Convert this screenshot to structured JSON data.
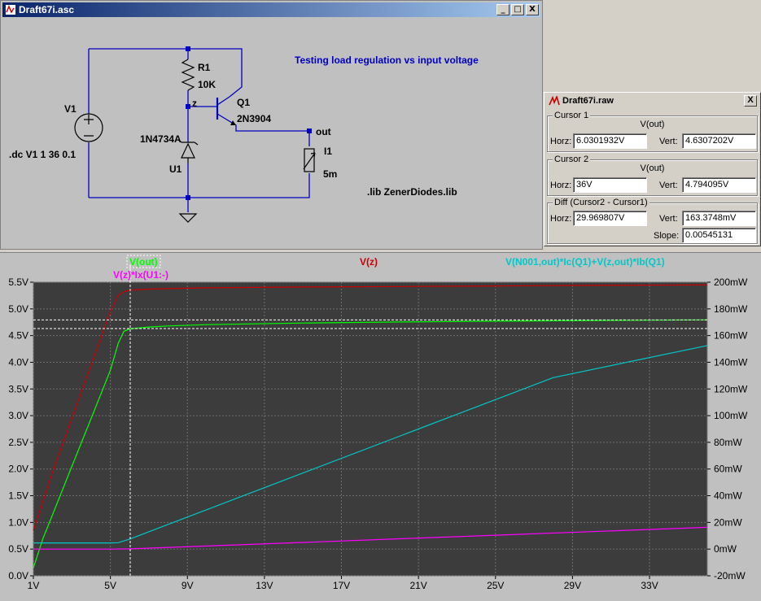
{
  "schematic_window": {
    "title": "Draft67i.asc",
    "buttons": {
      "minimize": "_",
      "maximize": "□",
      "close": "X"
    },
    "annotation": "Testing load regulation vs input voltage",
    "components": {
      "v1_name": "V1",
      "r1_name": "R1",
      "r1_value": "10K",
      "q1_name": "Q1",
      "q1_model": "2N3904",
      "node_z": "z",
      "node_out": "out",
      "zener_model": "1N4734A",
      "zener_name": "U1",
      "i1_name": "I1",
      "i1_value": "5m"
    },
    "dc_directive": ".dc V1 1 36 0.1",
    "lib_directive": ".lib ZenerDiodes.lib",
    "wire_color": "#0000c0"
  },
  "cursor_window": {
    "title": "Draft67i.raw",
    "close_label": "X",
    "cursor1": {
      "label": "Cursor 1",
      "trace": "V(out)",
      "horz_label": "Horz:",
      "horz": "6.0301932V",
      "vert_label": "Vert:",
      "vert": "4.6307202V"
    },
    "cursor2": {
      "label": "Cursor 2",
      "trace": "V(out)",
      "horz_label": "Horz:",
      "horz": "36V",
      "vert_label": "Vert:",
      "vert": "4.794095V"
    },
    "diff": {
      "label": "Diff (Cursor2 - Cursor1)",
      "horz_label": "Horz:",
      "horz": "29.969807V",
      "vert_label": "Vert:",
      "vert": "163.3748mV",
      "slope_label": "Slope:",
      "slope": "0.00545131"
    }
  },
  "chart_data": {
    "type": "line",
    "background": "#3c3c3c",
    "grid": true,
    "x": {
      "min": 1,
      "max": 36,
      "ticks": [
        1,
        5,
        9,
        13,
        17,
        21,
        25,
        29,
        33
      ],
      "tick_labels": [
        "1V",
        "5V",
        "9V",
        "13V",
        "17V",
        "21V",
        "25V",
        "29V",
        "33V"
      ]
    },
    "y_left": {
      "min": 0,
      "max": 5.5,
      "ticks": [
        0,
        0.5,
        1,
        1.5,
        2,
        2.5,
        3,
        3.5,
        4,
        4.5,
        5,
        5.5
      ],
      "tick_labels": [
        "0.0V",
        "0.5V",
        "1.0V",
        "1.5V",
        "2.0V",
        "2.5V",
        "3.0V",
        "3.5V",
        "4.0V",
        "4.5V",
        "5.0V",
        "5.5V"
      ]
    },
    "y_right": {
      "min": -20,
      "max": 200,
      "ticks": [
        -20,
        0,
        20,
        40,
        60,
        80,
        100,
        120,
        140,
        160,
        180,
        200
      ],
      "tick_labels": [
        "-20mW",
        "0mW",
        "20mW",
        "40mW",
        "60mW",
        "80mW",
        "100mW",
        "120mW",
        "140mW",
        "160mW",
        "180mW",
        "200mW"
      ]
    },
    "series": [
      {
        "name": "V(out)",
        "axis": "left",
        "color": "#00ff00",
        "x": [
          1,
          1.5,
          2,
          3,
          4,
          5,
          5.4,
          5.7,
          6,
          7,
          8,
          10,
          15,
          20,
          25,
          30,
          36
        ],
        "y": [
          0.15,
          0.7,
          1.15,
          2.05,
          2.95,
          3.85,
          4.35,
          4.58,
          4.625,
          4.66,
          4.68,
          4.705,
          4.735,
          4.755,
          4.77,
          4.783,
          4.794
        ]
      },
      {
        "name": "V(z)",
        "axis": "left",
        "color": "#cc0000",
        "x": [
          1,
          2,
          3,
          4,
          5,
          5.4,
          5.7,
          6,
          7,
          8,
          10,
          15,
          20,
          25,
          30,
          36
        ],
        "y": [
          0.85,
          1.95,
          2.95,
          3.95,
          4.95,
          5.25,
          5.32,
          5.35,
          5.37,
          5.38,
          5.395,
          5.41,
          5.42,
          5.43,
          5.44,
          5.45
        ]
      },
      {
        "name": "V(N001,out)*Ic(Q1)+V(z,out)*Ib(Q1)",
        "axis": "right",
        "color": "#00c8c8",
        "x": [
          1,
          5,
          5.4,
          6,
          8,
          12,
          20,
          28,
          36
        ],
        "y": [
          4.6,
          4.6,
          4.8,
          7.5,
          18.5,
          40.5,
          84.5,
          128.5,
          152.5
        ]
      },
      {
        "name": "V(z)*Ix(U1:-)",
        "axis": "right",
        "color": "#ff00ff",
        "x": [
          1,
          5,
          6,
          10,
          15,
          20,
          25,
          30,
          36
        ],
        "y": [
          0,
          0,
          0.15,
          2.3,
          5,
          7.7,
          10.4,
          13.1,
          16.3
        ]
      }
    ],
    "cursors": [
      {
        "name": "Cursor 1",
        "x": 6.0301932,
        "y": 4.6307202
      },
      {
        "name": "Cursor 2",
        "x": 36,
        "y": 4.794095
      }
    ]
  }
}
